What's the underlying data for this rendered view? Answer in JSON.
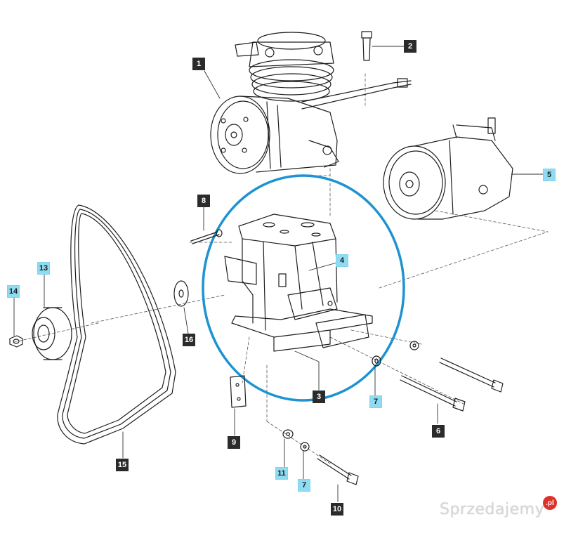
{
  "colors": {
    "line": "#1e1e1e",
    "highlight_ring": "#1d93d0",
    "callout_dark": "#2b2b2b",
    "callout_light": "#8fdcf2"
  },
  "callouts": [
    {
      "id": "1",
      "style": "dark"
    },
    {
      "id": "2",
      "style": "dark"
    },
    {
      "id": "3",
      "style": "dark"
    },
    {
      "id": "4",
      "style": "light"
    },
    {
      "id": "5",
      "style": "light"
    },
    {
      "id": "6",
      "style": "dark"
    },
    {
      "id": "7a",
      "label": "7",
      "style": "light"
    },
    {
      "id": "7b",
      "label": "7",
      "style": "light"
    },
    {
      "id": "8",
      "style": "dark"
    },
    {
      "id": "9",
      "style": "dark"
    },
    {
      "id": "10",
      "style": "dark"
    },
    {
      "id": "11",
      "style": "light"
    },
    {
      "id": "13",
      "style": "light"
    },
    {
      "id": "14",
      "style": "light"
    },
    {
      "id": "15",
      "style": "dark"
    },
    {
      "id": "16",
      "style": "dark"
    }
  ],
  "watermark": {
    "text": "Sprzedajemy",
    "badge": ".pl"
  }
}
